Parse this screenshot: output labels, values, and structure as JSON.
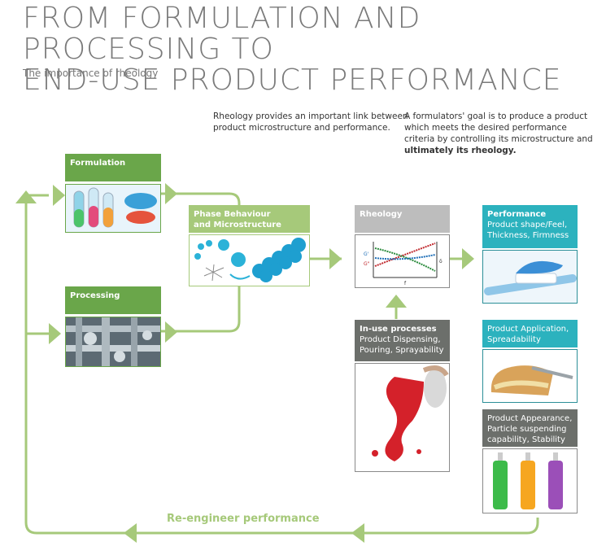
{
  "header": {
    "title_line1": "FROM FORMULATION AND PROCESSING TO",
    "title_line2": "END-USE PRODUCT PERFORMANCE",
    "subtitle": "The importance of rheology"
  },
  "notes": {
    "left_line1": "Rheology provides an important link between",
    "left_line2": "product microstructure and performance.",
    "right_line1": "A formulators' goal is to produce a product",
    "right_line2": "which meets the desired performance",
    "right_line3": "criteria by controlling its microstructure and",
    "right_line4": "ultimately its rheology."
  },
  "boxes": {
    "formulation": "Formulation",
    "processing": "Processing",
    "phase_line1": "Phase Behaviour",
    "phase_line2": "and Microstructure",
    "rheology": "Rheology",
    "performance": "Performance",
    "performance_sub_line1": "Product shape/Feel,",
    "performance_sub_line2": "Thickness, Firmness",
    "inuse": "In-use processes",
    "inuse_sub_line1": "Product Dispensing,",
    "inuse_sub_line2": "Pouring, Sprayability",
    "application_line1": "Product Application,",
    "application_line2": "Spreadability",
    "appearance_line1": "Product Appearance,",
    "appearance_line2": "Particle suspending",
    "appearance_line3": "capability, Stability"
  },
  "rheology_graph": {
    "g_prime": "G'",
    "g_double_prime": "G\"",
    "y_right": "δ",
    "x_label": "f"
  },
  "loop_label": "Re-engineer performance",
  "colors": {
    "green_dark": "#6aa64a",
    "green_light": "#a6c97a",
    "grey": "#bdbdbd",
    "dark_grey": "#6c6f6b",
    "teal": "#2cb2be"
  }
}
